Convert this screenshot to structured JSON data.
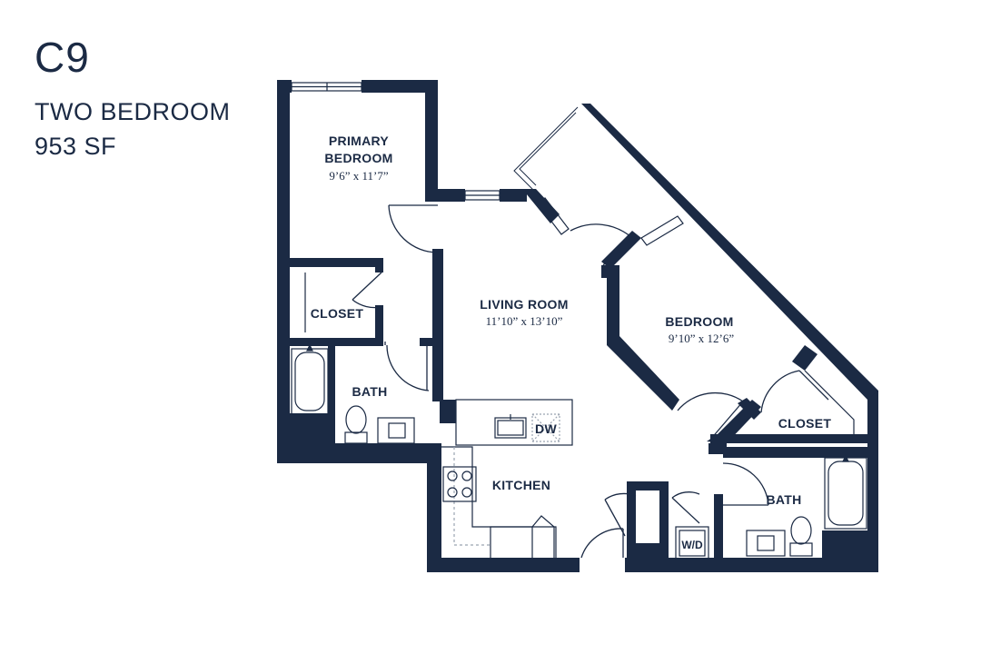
{
  "header": {
    "unit_code": "C9",
    "unit_type": "TWO BEDROOM",
    "unit_size": "953 SF"
  },
  "rooms": {
    "primary_bedroom": {
      "name_line1": "PRIMARY",
      "name_line2": "BEDROOM",
      "dims": "9’6” x 11’7”"
    },
    "closet_1": {
      "name": "CLOSET"
    },
    "bath_1": {
      "name": "BATH"
    },
    "living_room": {
      "name": "LIVING ROOM",
      "dims": "11’10” x 13’10”"
    },
    "bedroom": {
      "name": "BEDROOM",
      "dims": "9’10” x 12’6”"
    },
    "closet_2": {
      "name": "CLOSET"
    },
    "kitchen": {
      "name": "KITCHEN"
    },
    "bath_2": {
      "name": "BATH"
    }
  },
  "fixtures": {
    "dishwasher": "DW",
    "washer_dryer": "W/D"
  },
  "colors": {
    "wall": "#1b2a44",
    "text": "#1b2a44",
    "thin_line": "#1b2a44",
    "dashed": "#9aa3b0"
  }
}
